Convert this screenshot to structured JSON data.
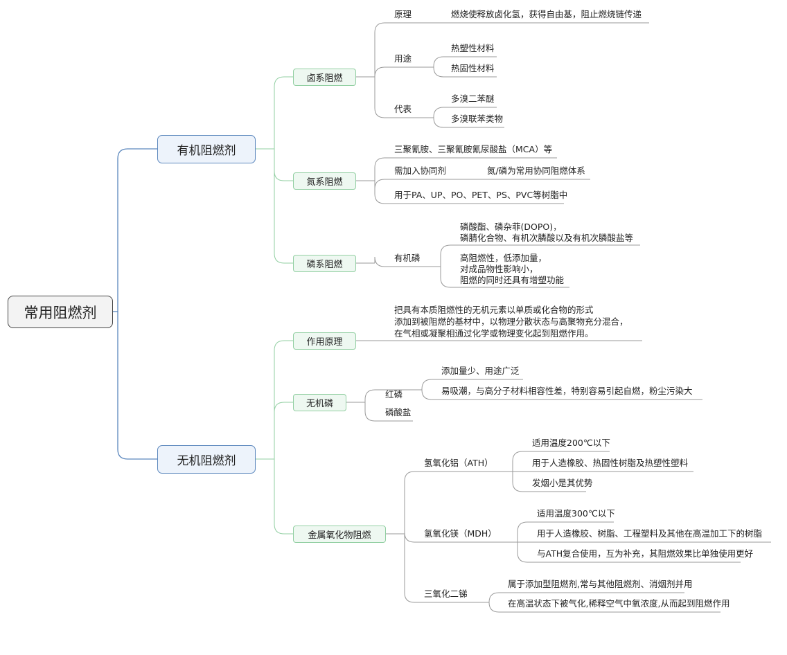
{
  "root": "常用阻燃剂",
  "organic": {
    "label": "有机阻燃剂",
    "halogen": {
      "label": "卤系阻燃",
      "principle": {
        "label": "原理",
        "text": "燃烧使释放卤化氢，获得自由基，阻止燃烧链传递"
      },
      "use": {
        "label": "用途",
        "items": [
          "热塑性材料",
          "热固性材料"
        ]
      },
      "examples": {
        "label": "代表",
        "items": [
          "多溴二苯醚",
          "多溴联苯类物"
        ]
      }
    },
    "nitrogen": {
      "label": "氮系阻燃",
      "item1": "三聚氰胺、三聚氰胺氰尿酸盐（MCA）等",
      "item2": {
        "label": "需加入协同剂",
        "text": "氮/磷为常用协同阻燃体系"
      },
      "item3": "用于PA、UP、PO、PET、PS、PVC等树脂中"
    },
    "phosphorus": {
      "label": "磷系阻燃",
      "organic_p": {
        "label": "有机磷",
        "items": [
          "磷酸酯、磷杂菲(DOPO)，\n磷腈化合物、有机次膦酸以及有机次膦酸盐等",
          "高阻燃性，低添加量，\n对成品物性影响小，\n阻燃的同时还具有增塑功能"
        ]
      }
    }
  },
  "inorganic": {
    "label": "无机阻燃剂",
    "mechanism": {
      "label": "作用原理",
      "text": "把具有本质阻燃性的无机元素以单质或化合物的形式\n添加到被阻燃的基材中，以物理分散状态与高聚物充分混合，\n在气相或凝聚相通过化学或物理变化起到阻燃作用。"
    },
    "inorganic_p": {
      "label": "无机磷",
      "red_p": {
        "label": "红磷",
        "items": [
          "添加量少、用途广泛",
          "易吸潮，与高分子材料相容性差，特别容易引起自燃，粉尘污染大"
        ]
      },
      "phosphate": "磷酸盐"
    },
    "metal": {
      "label": "金属氧化物阻燃",
      "ath": {
        "label": "氢氧化铝（ATH）",
        "items": [
          "适用温度200℃以下",
          "用于人造橡胶、热固性树脂及热塑性塑料",
          "发烟小是其优势"
        ]
      },
      "mdh": {
        "label": "氢氧化镁（MDH）",
        "items": [
          "适用温度300℃以下",
          "用于人造橡胶、树脂、工程塑料及其他在高温加工下的树脂",
          "与ATH复合使用，互为补充，其阻燃效果比单独使用更好"
        ]
      },
      "sb": {
        "label": "三氧化二锑",
        "items": [
          "属于添加型阻燃剂,常与其他阻燃剂、消烟剂并用",
          "在高温状态下被气化,稀释空气中氧浓度,从而起到阻燃作用"
        ]
      }
    }
  },
  "colors": {
    "level1_line": "#5b87bd",
    "level2_line": "#92cfa2",
    "leaf_line": "#9a9a9a"
  }
}
